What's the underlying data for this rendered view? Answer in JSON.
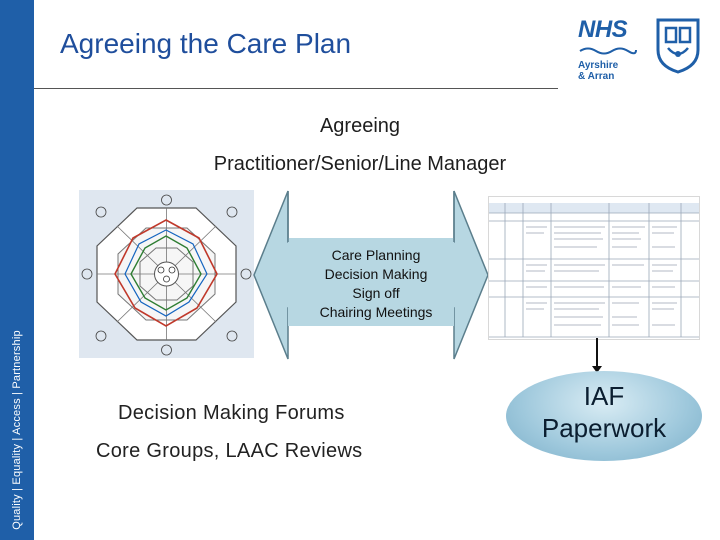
{
  "slide": {
    "title": "Agreeing the Care Plan",
    "heading_line1": "Agreeing",
    "heading_line2": "Practitioner/Senior/Line Manager",
    "arrow_lines": [
      "Care Planning",
      "Decision Making",
      "Sign off",
      "Chairing Meetings"
    ],
    "forums_line1": "Decision Making Forums",
    "forums_line2": "Core Groups, LAAC Reviews",
    "iaf_line1": "IAF",
    "iaf_line2": "Paperwork"
  },
  "sidebar": {
    "text": "Quality | Equality | Access | Partnership"
  },
  "logo": {
    "nhs": "NHS",
    "line1": "Ayrshire",
    "line2": "& Arran"
  },
  "colors": {
    "brand_blue": "#1f5fa8",
    "title_blue": "#1f4e9c",
    "arrow_fill": "#b7d7e2",
    "oval_fill": "#9ec8dc"
  },
  "icons": {
    "crest": "ayrshire-arran-crest-icon",
    "wellbeing_wheel": "wellbeing-wheel-icon",
    "document": "care-plan-document-icon"
  }
}
